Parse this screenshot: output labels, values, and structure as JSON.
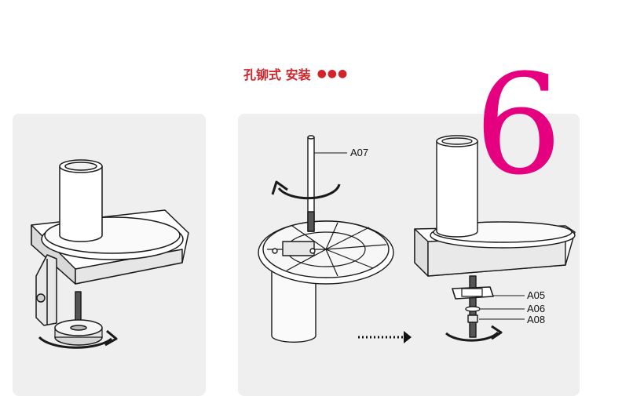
{
  "header": {
    "title": "孔铆式 安装",
    "dots": "●●●"
  },
  "step_number": "6",
  "labels": {
    "a07": "A07",
    "a05": "A05",
    "a06": "A06",
    "a08": "A08"
  },
  "colors": {
    "title": "#d2232a",
    "step": "#e4007f",
    "panel": "#efefef",
    "line": "#1a1a1a"
  }
}
